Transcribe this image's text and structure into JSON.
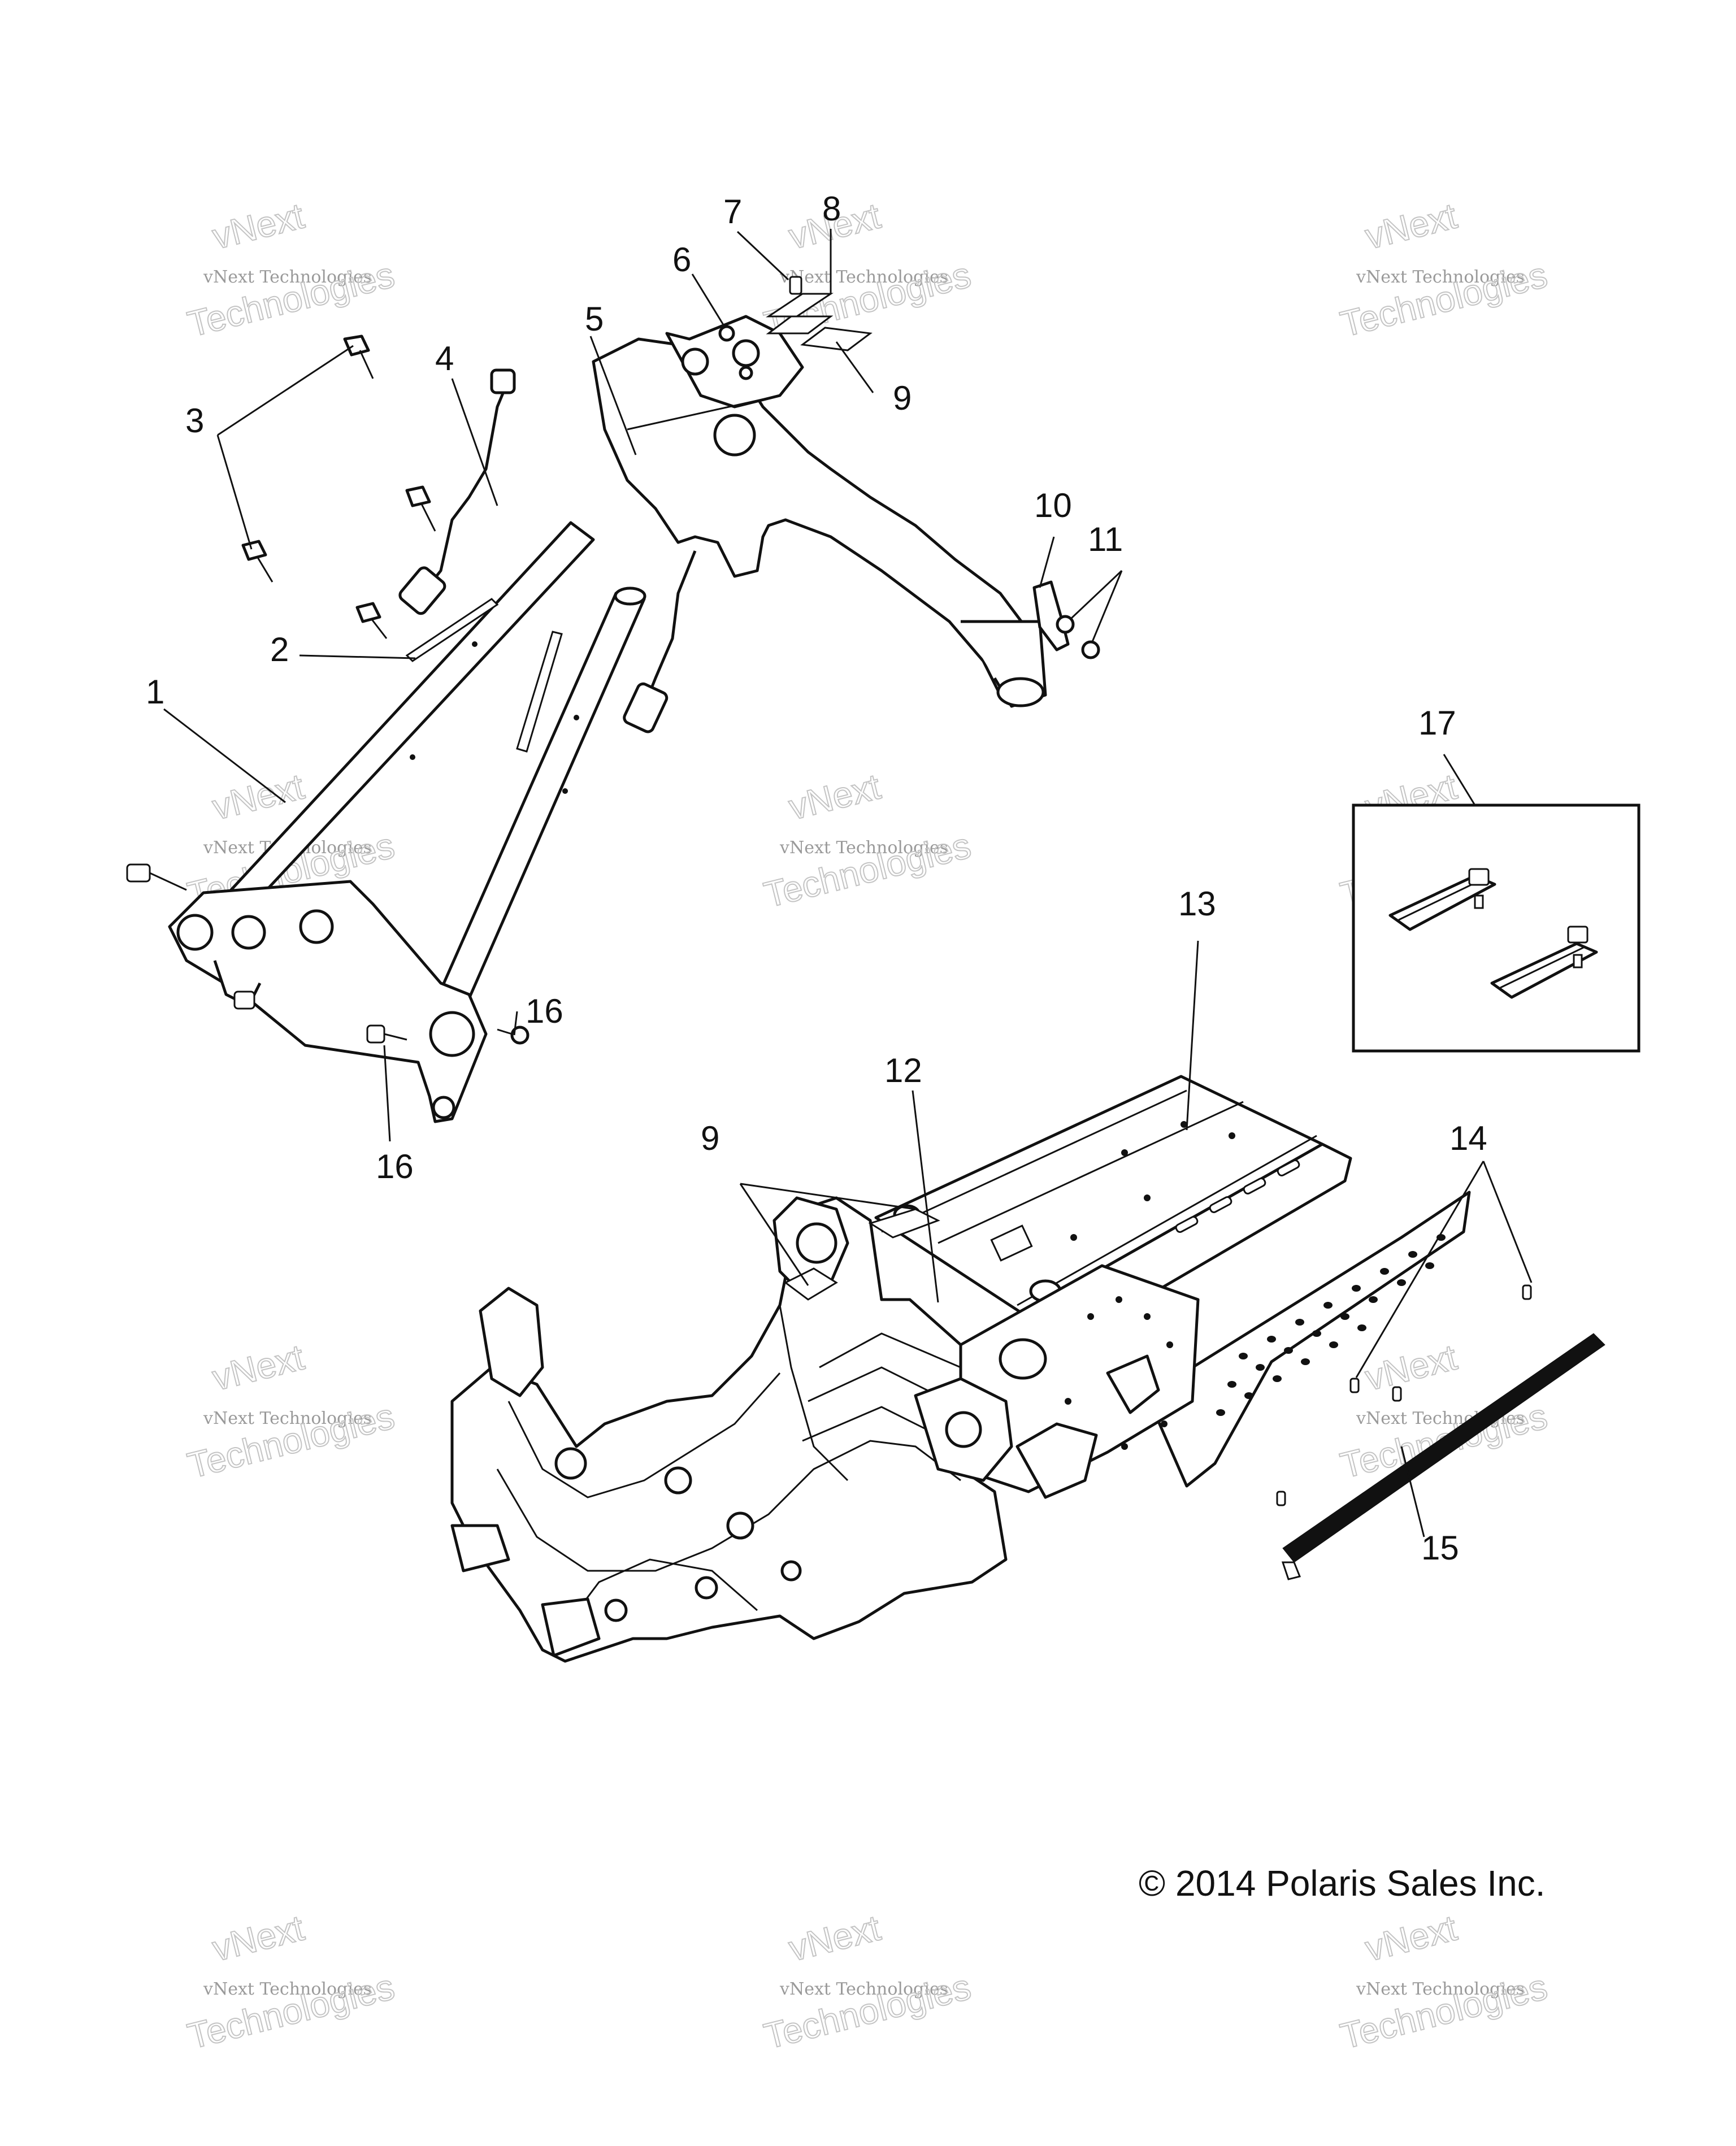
{
  "callouts": [
    {
      "id": "c1",
      "label": "1"
    },
    {
      "id": "c2",
      "label": "2"
    },
    {
      "id": "c3",
      "label": "3"
    },
    {
      "id": "c4",
      "label": "4"
    },
    {
      "id": "c5",
      "label": "5"
    },
    {
      "id": "c6",
      "label": "6"
    },
    {
      "id": "c7",
      "label": "7"
    },
    {
      "id": "c8",
      "label": "8"
    },
    {
      "id": "c9a",
      "label": "9"
    },
    {
      "id": "c9b",
      "label": "9"
    },
    {
      "id": "c10",
      "label": "10"
    },
    {
      "id": "c11",
      "label": "11"
    },
    {
      "id": "c12",
      "label": "12"
    },
    {
      "id": "c13",
      "label": "13"
    },
    {
      "id": "c14",
      "label": "14"
    },
    {
      "id": "c15",
      "label": "15"
    },
    {
      "id": "c16a",
      "label": "16"
    },
    {
      "id": "c16b",
      "label": "16"
    },
    {
      "id": "c17",
      "label": "17"
    }
  ],
  "copyright": "© 2014 Polaris Sales Inc.",
  "watermark": {
    "line1": "vNext",
    "line2": "vNext Technologies",
    "line3": "Technologies"
  },
  "colors": {
    "line": "#111111",
    "background": "#ffffff",
    "watermark": "#9a9a9a"
  }
}
